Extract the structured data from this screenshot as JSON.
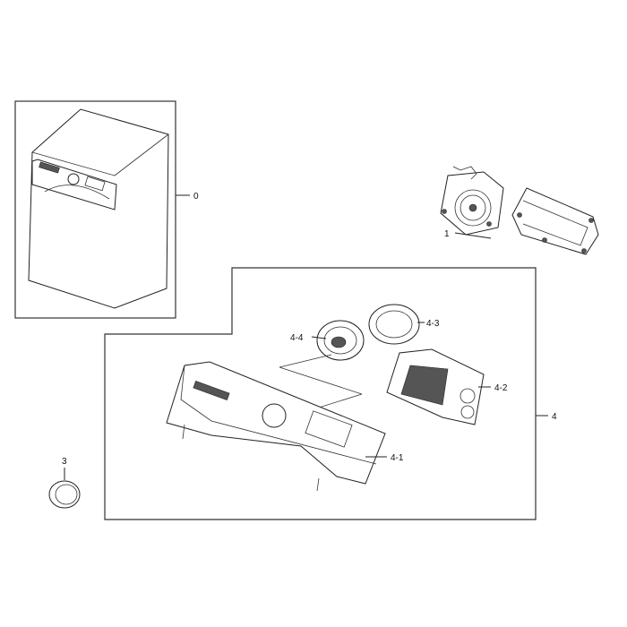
{
  "callouts": {
    "c0": "0",
    "c1": "1",
    "c3": "3",
    "c4": "4",
    "c4_1": "4-1",
    "c4_2": "4-2",
    "c4_3": "4-3",
    "c4_4": "4-4"
  }
}
